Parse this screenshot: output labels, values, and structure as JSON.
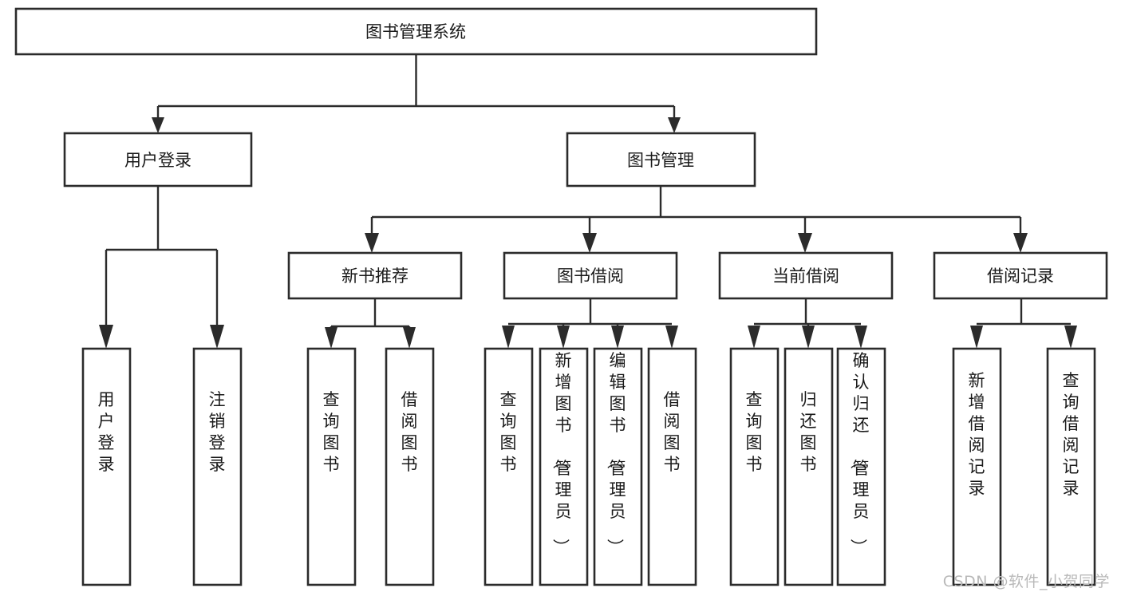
{
  "diagram": {
    "type": "tree-hierarchy-chart",
    "title_node": "图书管理系统",
    "watermark": "CSDN @软件_小贺同学",
    "level1": [
      {
        "id": "user-login",
        "label": "用户登录"
      },
      {
        "id": "book-management",
        "label": "图书管理"
      }
    ],
    "level2": [
      {
        "id": "new-book-recommend",
        "label": "新书推荐"
      },
      {
        "id": "book-borrow",
        "label": "图书借阅"
      },
      {
        "id": "current-borrow",
        "label": "当前借阅"
      },
      {
        "id": "borrow-record",
        "label": "借阅记录"
      }
    ],
    "leaves": {
      "user_login": [
        {
          "id": "leaf-user-login",
          "label": "用户登录"
        },
        {
          "id": "leaf-logout-login",
          "label": "注销登录"
        }
      ],
      "new_book_recommend": [
        {
          "id": "leaf-query-book-1",
          "label": "查询图书"
        },
        {
          "id": "leaf-borrow-book-1",
          "label": "借阅图书"
        }
      ],
      "book_borrow": [
        {
          "id": "leaf-query-book-2",
          "label": "查询图书"
        },
        {
          "id": "leaf-add-book",
          "label": "新增图书（管理员）"
        },
        {
          "id": "leaf-edit-book",
          "label": "编辑图书（管理员）"
        },
        {
          "id": "leaf-borrow-book-2",
          "label": "借阅图书"
        }
      ],
      "current_borrow": [
        {
          "id": "leaf-query-book-3",
          "label": "查询图书"
        },
        {
          "id": "leaf-return-book",
          "label": "归还图书"
        },
        {
          "id": "leaf-confirm-return",
          "label": "确认归还（管理员）"
        }
      ],
      "borrow_record": [
        {
          "id": "leaf-add-record",
          "label": "新增借阅记录"
        },
        {
          "id": "leaf-query-record",
          "label": "查询借阅记录"
        }
      ]
    },
    "colors": {
      "box_stroke": "#2b2b2b",
      "box_fill": "#ffffff",
      "text": "#1a1a1a",
      "connector": "#2b2b2b",
      "watermark": "#b9b9b9",
      "background": "#ffffff"
    }
  }
}
